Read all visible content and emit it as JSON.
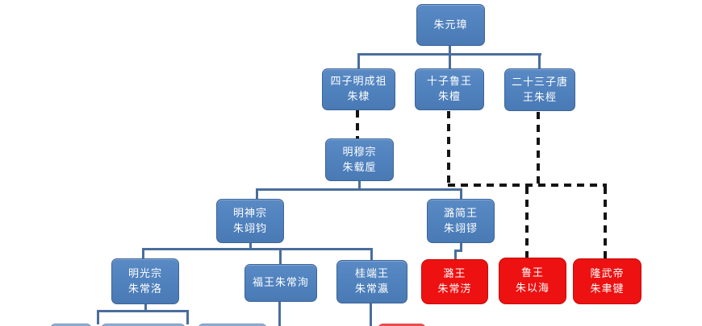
{
  "diagram": {
    "type": "family-tree-flowchart",
    "nodes": [
      {
        "id": "zhu-yuanzhang",
        "label": "朱元璋",
        "color": "blue"
      },
      {
        "id": "zhu-di",
        "label": "四子明成祖\n朱棣",
        "color": "blue"
      },
      {
        "id": "zhu-tan",
        "label": "十子鲁王\n朱檀",
        "color": "blue"
      },
      {
        "id": "zhu-jing",
        "label": "二十三子唐\n王朱桱",
        "color": "blue"
      },
      {
        "id": "zhu-zaihou",
        "label": "明穆宗\n朱载垕",
        "color": "blue"
      },
      {
        "id": "zhu-yijun",
        "label": "明神宗\n朱翊钧",
        "color": "blue"
      },
      {
        "id": "zhu-yiliu",
        "label": "潞简王\n朱翊镠",
        "color": "blue"
      },
      {
        "id": "zhu-changluo",
        "label": "明光宗\n朱常洛",
        "color": "blue"
      },
      {
        "id": "zhu-changxun",
        "label": "福王朱常洵",
        "color": "blue"
      },
      {
        "id": "zhu-changying",
        "label": "桂端王\n朱常瀛",
        "color": "blue"
      },
      {
        "id": "zhu-changfang",
        "label": "潞王\n朱常淓",
        "color": "red"
      },
      {
        "id": "zhu-yihai",
        "label": "鲁王\n朱以海",
        "color": "red"
      },
      {
        "id": "zhu-yujian",
        "label": "隆武帝\n朱聿键",
        "color": "red"
      }
    ],
    "edges": [
      {
        "from": "朱元璋",
        "to": "四子明成祖朱棣",
        "style": "solid"
      },
      {
        "from": "朱元璋",
        "to": "十子鲁王朱檀",
        "style": "solid"
      },
      {
        "from": "朱元璋",
        "to": "二十三子唐王朱桱",
        "style": "solid"
      },
      {
        "from": "四子明成祖朱棣",
        "to": "明穆宗朱载垕",
        "style": "dashed"
      },
      {
        "from": "明穆宗朱载垕",
        "to": "明神宗朱翊钧",
        "style": "solid"
      },
      {
        "from": "明穆宗朱载垕",
        "to": "潞简王朱翊镠",
        "style": "solid"
      },
      {
        "from": "十子鲁王朱檀",
        "to": "鲁王朱以海",
        "style": "dashed"
      },
      {
        "from": "二十三子唐王朱桱",
        "to": "隆武帝朱聿键",
        "style": "dashed"
      },
      {
        "from": "明神宗朱翊钧",
        "to": "明光宗朱常洛",
        "style": "solid"
      },
      {
        "from": "明神宗朱翊钧",
        "to": "福王朱常洵",
        "style": "solid"
      },
      {
        "from": "明神宗朱翊钧",
        "to": "桂端王朱常瀛",
        "style": "solid"
      },
      {
        "from": "潞简王朱翊镠",
        "to": "潞王朱常淓",
        "style": "solid"
      }
    ]
  },
  "palette": {
    "node_blue": "#4f81bd",
    "node_blue_border": "#3c6498",
    "node_red": "#ed1111",
    "node_red_border": "#c50d0d",
    "line_solid": "#4a6e9c",
    "line_dashed": "#141414",
    "text": "#ffffff",
    "background": "#ffffff"
  }
}
